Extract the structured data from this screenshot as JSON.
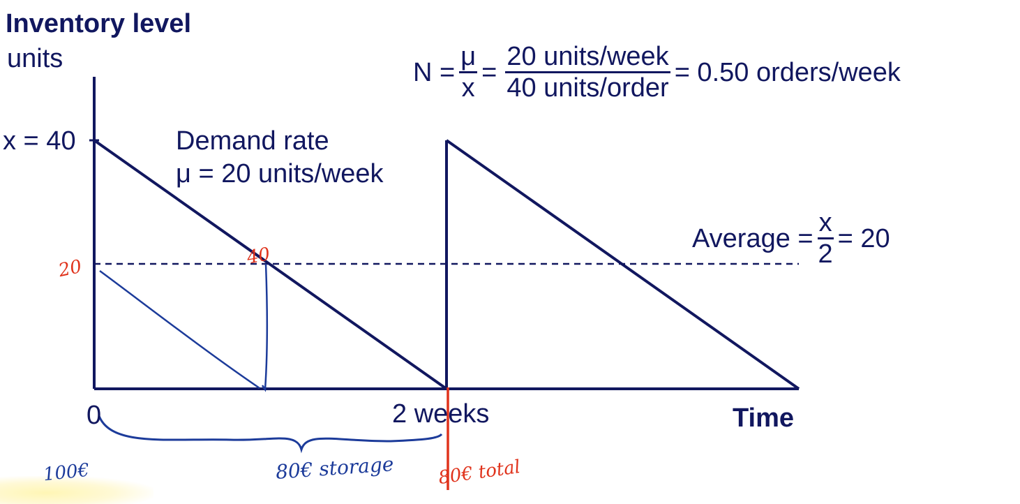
{
  "title": "Inventory level",
  "units_label": "units",
  "y_label_x": "x = 40",
  "demand": {
    "line1": "Demand rate",
    "line2": "μ = 20 units/week"
  },
  "formula": {
    "lhs": "N =",
    "f1_num": "μ",
    "f1_den": "x",
    "eq": "=",
    "f2_num": "20 units/week",
    "f2_den": "40 units/order",
    "rhs": "= 0.50 orders/week"
  },
  "average": {
    "prefix": "Average =",
    "num": "x",
    "den": "2",
    "suffix": "= 20"
  },
  "x_tick_zero": "0",
  "x_tick_weeks": "2 weeks",
  "x_axis_label": "Time",
  "handwritten": {
    "red_20": "20",
    "red_40": "40",
    "blue_cost": "100€",
    "blue_storage": "80€ storage",
    "red_total": "80€ total"
  },
  "colors": {
    "navy": "#11175f",
    "hand_blue": "#1c3b9a",
    "hand_red": "#e0331c"
  }
}
